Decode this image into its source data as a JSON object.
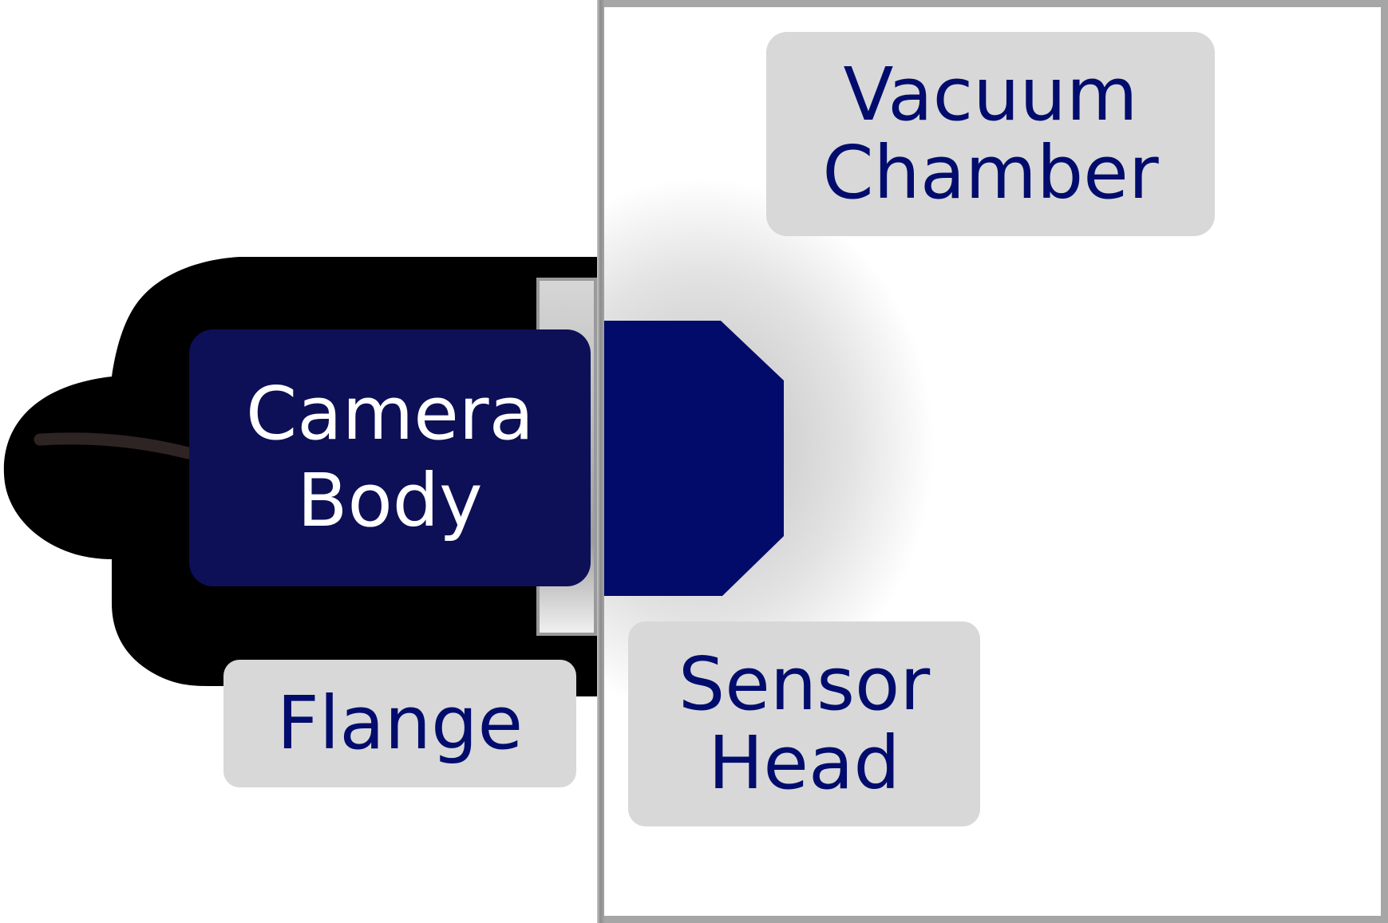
{
  "labels": {
    "vacuum_chamber": "Vacuum Chamber",
    "camera_body": "Camera Body",
    "flange": "Flange",
    "sensor_head": "Sensor Head"
  },
  "colors": {
    "background": "#ffffff",
    "chamber_wall": "#a6a6a6",
    "camera_silhouette": "#000000",
    "cable": "#2e2424",
    "flange_plate": "#bcbcbc",
    "camera_body_fill": "#0d1057",
    "camera_body_text": "#ffffff",
    "sensor_head_fill": "#020b6a",
    "label_background": "#d8d8d8",
    "label_text": "#020c6d"
  }
}
